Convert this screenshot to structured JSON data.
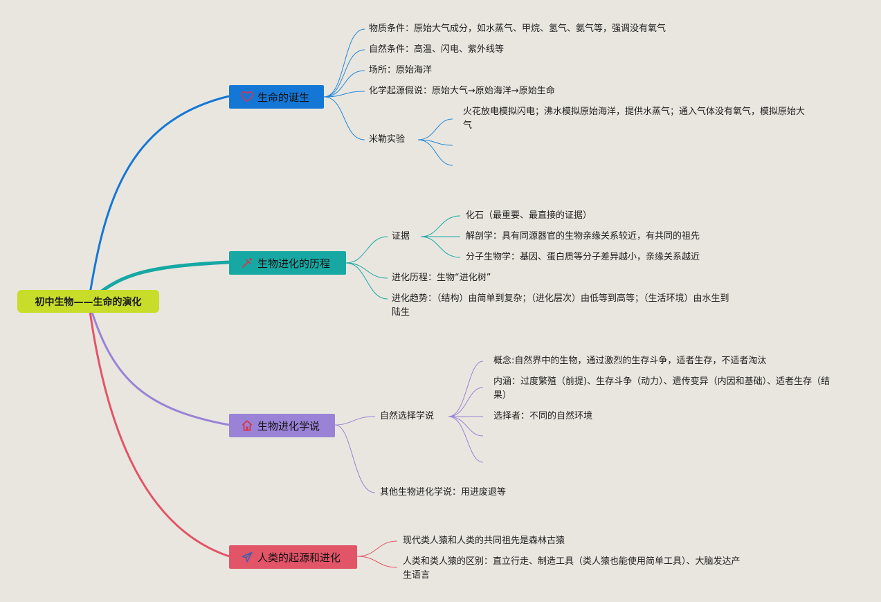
{
  "root": {
    "title": "初中生物——生命的演化"
  },
  "colors": {
    "root": "#c7dd2a",
    "branch1": "#1477d6",
    "branch2": "#17a8a4",
    "branch3": "#9a83d6",
    "branch4": "#e25468"
  },
  "branches": [
    {
      "label": "生命的诞生",
      "icon": "heart-icon",
      "children": [
        {
          "text": "物质条件：原始大气成分，如水蒸气、甲烷、氢气、氨气等，强调没有氧气"
        },
        {
          "text": "自然条件：高温、闪电、紫外线等"
        },
        {
          "text": "场所：原始海洋"
        },
        {
          "text": "化学起源假说：原始大气→原始海洋→原始生命"
        },
        {
          "text": "米勒实验",
          "children": [
            {
              "text": "火花放电模拟闪电；沸水模拟原始海洋，提供水蒸气；通入气体没有氧气，模拟原始大气"
            }
          ]
        }
      ]
    },
    {
      "label": "生物进化的历程",
      "icon": "tools-icon",
      "children": [
        {
          "text": "证据",
          "children": [
            {
              "text": "化石（最重要、最直接的证据）"
            },
            {
              "text": "解剖学：具有同源器官的生物亲缘关系较近，有共同的祖先"
            },
            {
              "text": "分子生物学：基因、蛋白质等分子差异越小，亲缘关系越近"
            }
          ]
        },
        {
          "text": "进化历程：生物“进化树”"
        },
        {
          "text": "进化趋势：（结构）由简单到复杂；（进化层次）由低等到高等；（生活环境）由水生到陆生"
        }
      ]
    },
    {
      "label": "生物进化学说",
      "icon": "home-icon",
      "children": [
        {
          "text": "自然选择学说",
          "children": [
            {
              "text": "概念:自然界中的生物，通过激烈的生存斗争，适者生存，不适者淘汰"
            },
            {
              "text": "内涵：过度繁殖（前提)、生存斗争（动力）、遗传变异（内因和基础）、适者生存（结果）"
            },
            {
              "text": "选择者：不同的自然环境"
            }
          ]
        },
        {
          "text": "其他生物进化学说：用进废退等"
        }
      ]
    },
    {
      "label": "人类的起源和进化",
      "icon": "rocket-icon",
      "children": [
        {
          "text": "现代类人猿和人类的共同祖先是森林古猿"
        },
        {
          "text": "人类和类人猿的区别：直立行走、制造工具（类人猿也能使用简单工具）、大脑发达产生语言"
        }
      ]
    }
  ]
}
